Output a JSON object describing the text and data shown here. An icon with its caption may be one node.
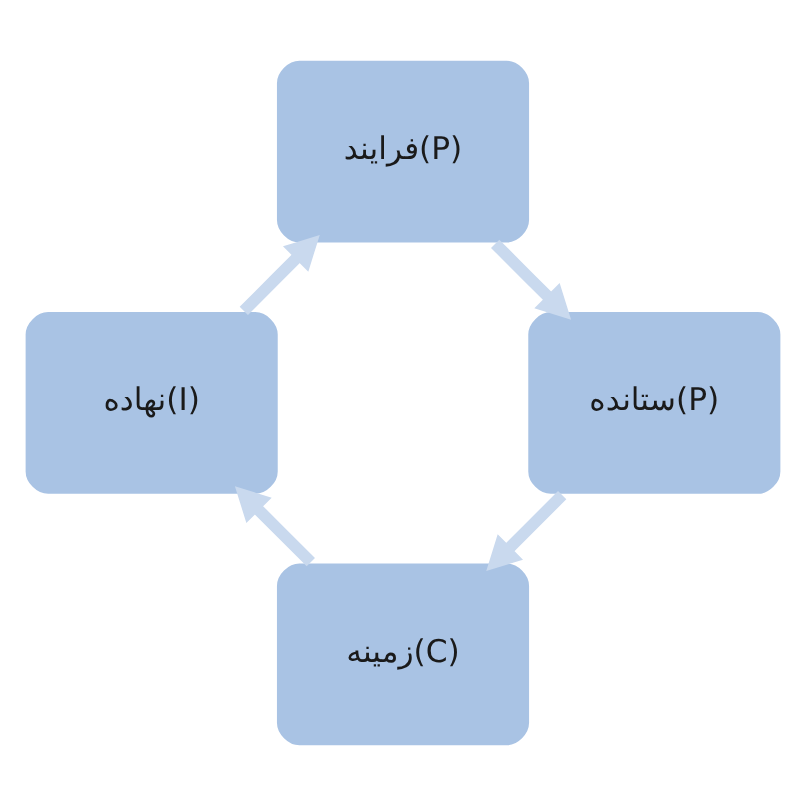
{
  "diagram": {
    "nodes": [
      {
        "text": [
          "زمینه(C)"
        ]
      },
      {
        "text": [
          "نهاده(I)"
        ]
      },
      {
        "text": [
          "فرایند(P)"
        ]
      },
      {
        "text": [
          "ستانده(P)"
        ]
      }
    ],
    "edges": [
      {
        "from": 3,
        "to": 0,
        "arrow": "to"
      },
      {
        "from": 0,
        "to": 1,
        "arrow": "to"
      },
      {
        "from": 1,
        "to": 2,
        "arrow": "to"
      },
      {
        "from": 2,
        "to": 3,
        "arrow": "to"
      }
    ]
  }
}
